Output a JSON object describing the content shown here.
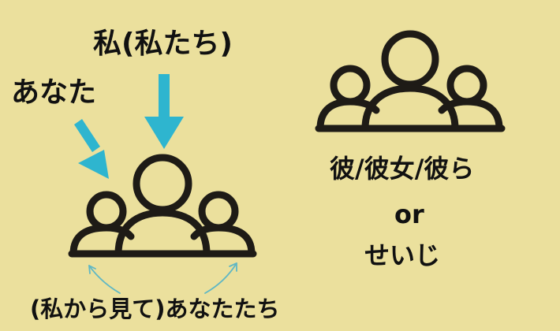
{
  "labels": {
    "watashi": "私(私たち)",
    "anata": "あなた",
    "anatatachi": "(私から見て)あなたたち",
    "kare": "彼/彼女/彼ら",
    "or": "or",
    "seiji": "せいじ"
  },
  "icons": {
    "group_left": "people-group-icon",
    "group_right": "people-group-icon",
    "arrow": "arrow-down-icon"
  },
  "colors": {
    "background": "#ebe09d",
    "ink": "#1e1b16",
    "arrow": "#2eb5cf",
    "thin_arrow": "#5fb7c4"
  }
}
